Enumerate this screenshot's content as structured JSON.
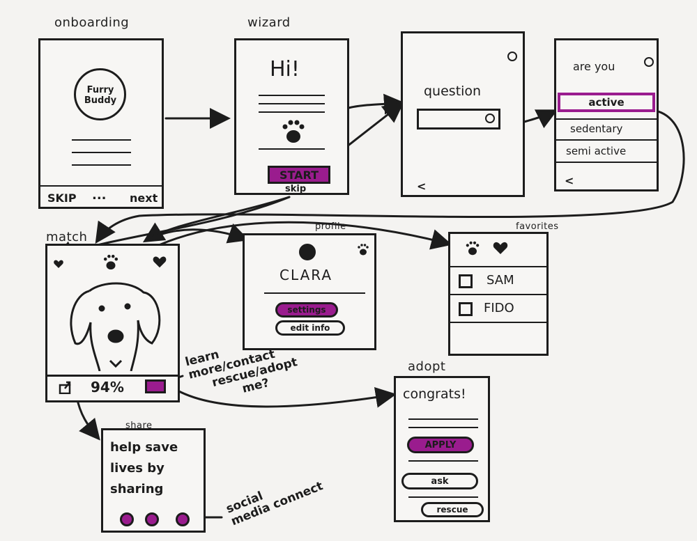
{
  "screens": {
    "onboarding": {
      "label": "onboarding",
      "logo": "Furry Buddy",
      "skip": "SKIP",
      "dots": "...",
      "next": "next"
    },
    "wizard": {
      "label": "wizard",
      "greeting": "Hi!",
      "start": "START",
      "skip": "skip"
    },
    "question": {
      "title": "question"
    },
    "areyou": {
      "title": "are you",
      "options": [
        "active",
        "sedentary",
        "semi active"
      ],
      "back": "<"
    },
    "match": {
      "label": "match",
      "percent": "94%"
    },
    "profile": {
      "label": "profile",
      "name": "CLARA",
      "settings": "settings",
      "edit": "edit info"
    },
    "favorites": {
      "label": "favorites",
      "items": [
        "SAM",
        "FIDO"
      ]
    },
    "adopt": {
      "label": "adopt",
      "title": "congrats!",
      "apply": "APPLY",
      "ask": "ask",
      "rescue": "rescue"
    },
    "share": {
      "label": "share",
      "text_line1": "help save",
      "text_line2": "lives by",
      "text_line3": "sharing"
    }
  },
  "annotations": {
    "learn_more": [
      "learn",
      "more/contact",
      "rescue/adopt",
      "me?"
    ],
    "social": [
      "social",
      "media connect"
    ]
  },
  "colors": {
    "accent": "#9a1c8e",
    "ink": "#1c1c1c"
  }
}
